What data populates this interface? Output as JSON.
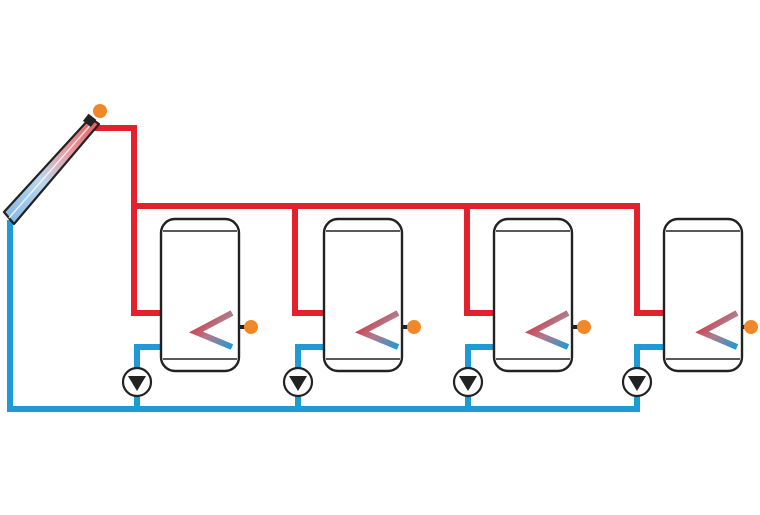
{
  "diagram": {
    "colors": {
      "hot_pipe": "#e3202c",
      "cold_pipe": "#1f9ad6",
      "tank_outline": "#222222",
      "sensor": "#f0882a",
      "collector_blue": "#9fc8e8",
      "collector_red": "#e35a5f"
    },
    "icons": {
      "collector": "solar-collector-icon",
      "tank": "storage-tank-icon",
      "heat_exchanger": "coil-heat-exchanger-icon",
      "pump": "pump-icon",
      "sensor": "temperature-sensor-icon"
    },
    "tank_count": 4,
    "pump_count": 4,
    "sensor_count": 5
  }
}
